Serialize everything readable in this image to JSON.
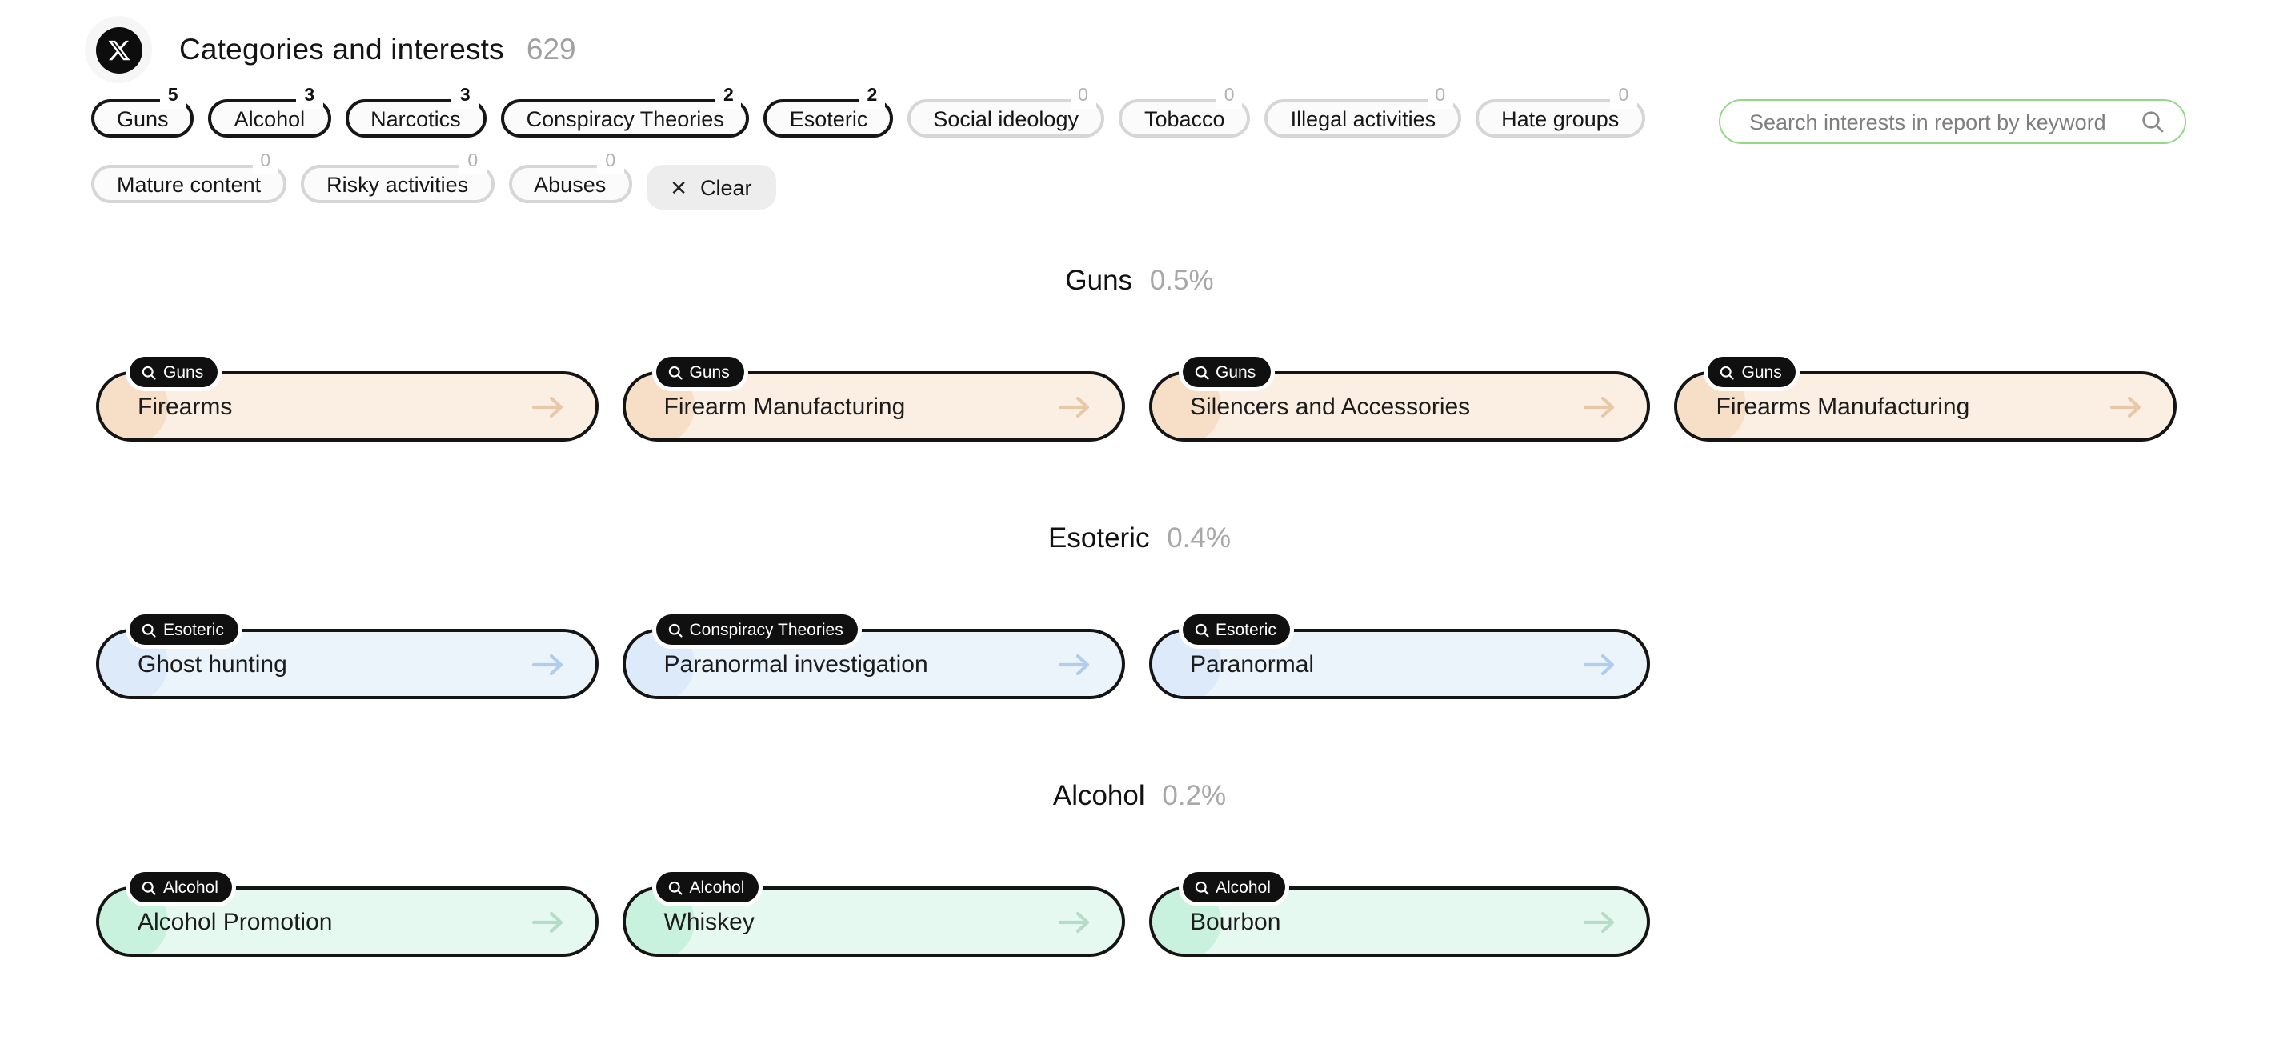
{
  "header": {
    "title": "Categories and interests",
    "count": "629"
  },
  "filters": {
    "chips": [
      {
        "label": "Guns",
        "count": "5",
        "active": true
      },
      {
        "label": "Alcohol",
        "count": "3",
        "active": true
      },
      {
        "label": "Narcotics",
        "count": "3",
        "active": true
      },
      {
        "label": "Conspiracy Theories",
        "count": "2",
        "active": true
      },
      {
        "label": "Esoteric",
        "count": "2",
        "active": true
      },
      {
        "label": "Social ideology",
        "count": "0",
        "active": false
      },
      {
        "label": "Tobacco",
        "count": "0",
        "active": false
      },
      {
        "label": "Illegal activities",
        "count": "0",
        "active": false
      },
      {
        "label": "Hate groups",
        "count": "0",
        "active": false
      },
      {
        "label": "Mature content",
        "count": "0",
        "active": false
      },
      {
        "label": "Risky activities",
        "count": "0",
        "active": false
      },
      {
        "label": "Abuses",
        "count": "0",
        "active": false
      }
    ],
    "clear_label": "Clear"
  },
  "search": {
    "placeholder": "Search interests in report by keyword",
    "icon": "search-icon"
  },
  "sections": [
    {
      "name": "Guns",
      "percent": "0.5%",
      "theme": "peach",
      "cards": [
        {
          "badge": "Guns",
          "title": "Firearms"
        },
        {
          "badge": "Guns",
          "title": "Firearm Manufacturing"
        },
        {
          "badge": "Guns",
          "title": "Silencers and Accessories"
        },
        {
          "badge": "Guns",
          "title": "Firearms Manufacturing"
        }
      ]
    },
    {
      "name": "Esoteric",
      "percent": "0.4%",
      "theme": "blue",
      "cards": [
        {
          "badge": "Esoteric",
          "title": "Ghost hunting"
        },
        {
          "badge": "Conspiracy Theories",
          "title": "Paranormal investigation"
        },
        {
          "badge": "Esoteric",
          "title": "Paranormal"
        }
      ]
    },
    {
      "name": "Alcohol",
      "percent": "0.2%",
      "theme": "green",
      "cards": [
        {
          "badge": "Alcohol",
          "title": "Alcohol Promotion"
        },
        {
          "badge": "Alcohol",
          "title": "Whiskey"
        },
        {
          "badge": "Alcohol",
          "title": "Bourbon"
        }
      ]
    }
  ],
  "colors": {
    "peach_bg": "#fbeee3",
    "peach_circle": "#f6dfc6",
    "peach_arrow": "#e7c9a8",
    "blue_bg": "#ebf3fb",
    "blue_circle": "#dceafa",
    "blue_arrow": "#b0cdec",
    "green_bg": "#e6f9f0",
    "green_circle": "#c9f2de",
    "green_arrow": "#b4dcc6",
    "search_border": "#94d885",
    "badge_bg": "#101010",
    "chip_active_border": "#161616"
  }
}
